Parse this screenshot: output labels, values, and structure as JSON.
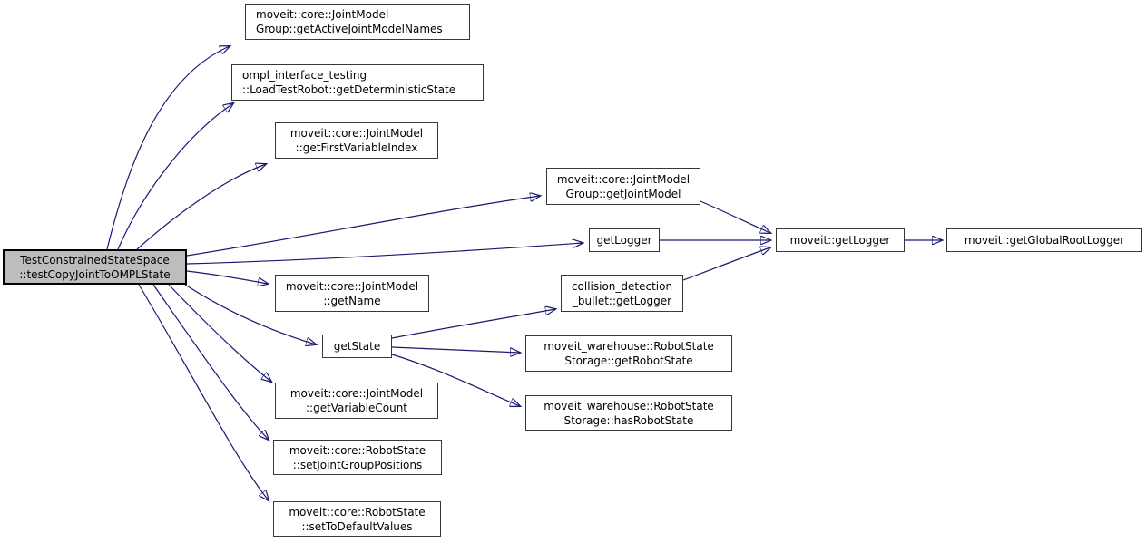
{
  "diagram": {
    "type": "call-graph",
    "colors": {
      "background": "#ffffff",
      "edge": "#191970",
      "node_fill": "#ffffff",
      "node_border": "#383838",
      "root_fill": "#bdbdbd",
      "root_border": "#000000",
      "text": "#000000"
    },
    "nodes": [
      {
        "id": "test-copy-joint-to-ompl-state",
        "role": "root",
        "lines": [
          "TestConstrainedStateSpace",
          "::testCopyJointToOMPLState"
        ]
      },
      {
        "id": "get-active-joint-model-names",
        "role": "callee",
        "lines": [
          "moveit::core::JointModel",
          "Group::getActiveJointModelNames"
        ]
      },
      {
        "id": "get-deterministic-state",
        "role": "callee",
        "lines": [
          "ompl_interface_testing",
          "::LoadTestRobot::getDeterministicState"
        ]
      },
      {
        "id": "get-first-variable-index",
        "role": "callee",
        "lines": [
          "moveit::core::JointModel",
          "::getFirstVariableIndex"
        ]
      },
      {
        "id": "get-joint-model",
        "role": "callee",
        "lines": [
          "moveit::core::JointModel",
          "Group::getJointModel"
        ]
      },
      {
        "id": "get-logger",
        "role": "callee",
        "lines": [
          "getLogger"
        ]
      },
      {
        "id": "moveit-get-logger",
        "role": "callee",
        "lines": [
          "moveit::getLogger"
        ]
      },
      {
        "id": "moveit-get-global-root-logger",
        "role": "callee",
        "lines": [
          "moveit::getGlobalRootLogger"
        ]
      },
      {
        "id": "get-name",
        "role": "callee",
        "lines": [
          "moveit::core::JointModel",
          "::getName"
        ]
      },
      {
        "id": "get-state",
        "role": "callee",
        "lines": [
          "getState"
        ]
      },
      {
        "id": "collision-detection-bullet-get-logger",
        "role": "callee",
        "lines": [
          "collision_detection",
          "_bullet::getLogger"
        ]
      },
      {
        "id": "get-robot-state",
        "role": "callee",
        "lines": [
          "moveit_warehouse::RobotState",
          "Storage::getRobotState"
        ]
      },
      {
        "id": "has-robot-state",
        "role": "callee",
        "lines": [
          "moveit_warehouse::RobotState",
          "Storage::hasRobotState"
        ]
      },
      {
        "id": "get-variable-count",
        "role": "callee",
        "lines": [
          "moveit::core::JointModel",
          "::getVariableCount"
        ]
      },
      {
        "id": "set-joint-group-positions",
        "role": "callee",
        "lines": [
          "moveit::core::RobotState",
          "::setJointGroupPositions"
        ]
      },
      {
        "id": "set-to-default-values",
        "role": "callee",
        "lines": [
          "moveit::core::RobotState",
          "::setToDefaultValues"
        ]
      }
    ],
    "edges": [
      {
        "from": "test-copy-joint-to-ompl-state",
        "to": "get-active-joint-model-names"
      },
      {
        "from": "test-copy-joint-to-ompl-state",
        "to": "get-deterministic-state"
      },
      {
        "from": "test-copy-joint-to-ompl-state",
        "to": "get-first-variable-index"
      },
      {
        "from": "test-copy-joint-to-ompl-state",
        "to": "get-joint-model"
      },
      {
        "from": "test-copy-joint-to-ompl-state",
        "to": "get-logger"
      },
      {
        "from": "test-copy-joint-to-ompl-state",
        "to": "get-name"
      },
      {
        "from": "test-copy-joint-to-ompl-state",
        "to": "get-state"
      },
      {
        "from": "test-copy-joint-to-ompl-state",
        "to": "get-variable-count"
      },
      {
        "from": "test-copy-joint-to-ompl-state",
        "to": "set-joint-group-positions"
      },
      {
        "from": "test-copy-joint-to-ompl-state",
        "to": "set-to-default-values"
      },
      {
        "from": "get-joint-model",
        "to": "moveit-get-logger"
      },
      {
        "from": "get-logger",
        "to": "moveit-get-logger"
      },
      {
        "from": "collision-detection-bullet-get-logger",
        "to": "moveit-get-logger"
      },
      {
        "from": "moveit-get-logger",
        "to": "moveit-get-global-root-logger"
      },
      {
        "from": "get-state",
        "to": "collision-detection-bullet-get-logger"
      },
      {
        "from": "get-state",
        "to": "get-robot-state"
      },
      {
        "from": "get-state",
        "to": "has-robot-state"
      }
    ]
  }
}
